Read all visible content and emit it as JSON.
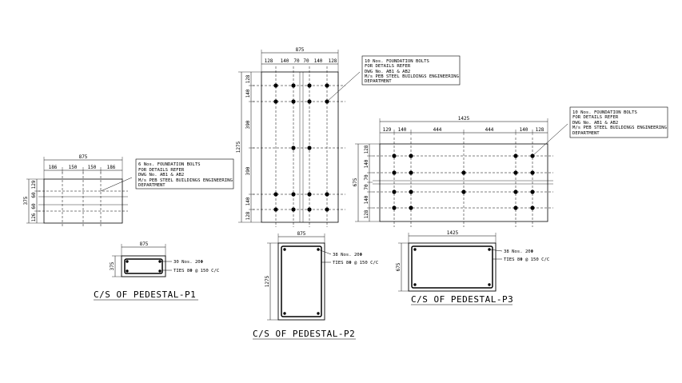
{
  "colors": {
    "line": "#000000",
    "background": "#ffffff"
  },
  "plan_p1": {
    "overall": "875",
    "top_dims": [
      "186",
      "150",
      "150",
      "186"
    ],
    "left_total": "375",
    "left_dims": [
      "129",
      "60",
      "60",
      "126"
    ],
    "note": [
      "6 Nos. FOUNDATION BOLTS",
      "FOR DETAILS REFER",
      "DWG No. AB1 & AB2",
      "M/s PEB STEEL BUILDINGS ENGINEERING",
      "DEPARTMENT"
    ]
  },
  "plan_p2": {
    "overall": "875",
    "top_dims": [
      "128",
      "140",
      "70",
      "70",
      "140",
      "128"
    ],
    "left_total": "1275",
    "left_dims": [
      "128",
      "140",
      "390",
      "390",
      "140",
      "128"
    ],
    "note": [
      "10 Nos. FOUNDATION BOLTS",
      "FOR DETAILS REFER",
      "DWG No. AB1 & AB2",
      "M/s PEB STEEL BUILDINGS ENGINEERING",
      "DEPARTMENT"
    ]
  },
  "plan_p3": {
    "overall": "1425",
    "top_dims": [
      "129",
      "140",
      "444",
      "444",
      "140",
      "128"
    ],
    "left_total": "675",
    "left_dims": [
      "128",
      "140",
      "70",
      "70",
      "140",
      "128"
    ],
    "note": [
      "10 Nos. FOUNDATION BOLTS",
      "FOR DETAILS REFER",
      "DWG No. AB1 & AB2",
      "M/s PEB STEEL BUILDINGS ENGINEERING",
      "DEPARTMENT"
    ]
  },
  "section_p1": {
    "width": "875",
    "height": "375",
    "bars": "30 Nos. 20Φ",
    "ties": "TIES 8Φ @ 150 C/C",
    "title": "C/S OF PEDESTAL-P1"
  },
  "section_p2": {
    "width": "875",
    "height": "1275",
    "bars": "38 Nos. 20Φ",
    "ties": "TIES 8Φ @ 150 C/C",
    "title": "C/S OF PEDESTAL-P2"
  },
  "section_p3": {
    "width": "1425",
    "height": "675",
    "bars": "38 Nos. 20Φ",
    "ties": "TIES 8Φ @ 150 C/C",
    "title": "C/S OF PEDESTAL-P3"
  }
}
